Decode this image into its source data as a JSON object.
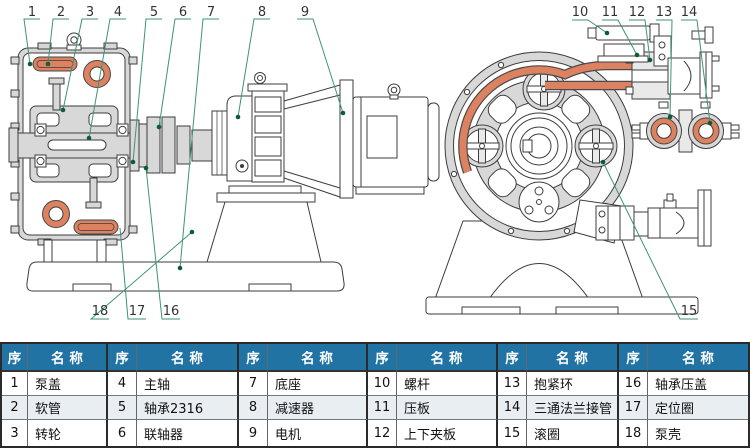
{
  "callouts": [
    "1",
    "2",
    "3",
    "4",
    "5",
    "6",
    "7",
    "8",
    "9",
    "10",
    "11",
    "12",
    "13",
    "14",
    "15",
    "16",
    "17",
    "18"
  ],
  "table": {
    "header": {
      "no": "序",
      "name": "名 称"
    },
    "groups": [
      {
        "rows": [
          {
            "no": "1",
            "name": "泵盖"
          },
          {
            "no": "2",
            "name": "软管"
          },
          {
            "no": "3",
            "name": "转轮"
          }
        ]
      },
      {
        "rows": [
          {
            "no": "4",
            "name": "主轴"
          },
          {
            "no": "5",
            "name": "轴承2316"
          },
          {
            "no": "6",
            "name": "联轴器"
          }
        ]
      },
      {
        "rows": [
          {
            "no": "7",
            "name": "底座"
          },
          {
            "no": "8",
            "name": "减速器"
          },
          {
            "no": "9",
            "name": "电机"
          }
        ]
      },
      {
        "rows": [
          {
            "no": "10",
            "name": "螺杆"
          },
          {
            "no": "11",
            "name": "压板"
          },
          {
            "no": "12",
            "name": "上下夹板"
          }
        ]
      },
      {
        "rows": [
          {
            "no": "13",
            "name": "抱紧环"
          },
          {
            "no": "14",
            "name": "三通法兰接管"
          },
          {
            "no": "15",
            "name": "滚圈"
          }
        ]
      },
      {
        "rows": [
          {
            "no": "16",
            "name": "轴承压盖"
          },
          {
            "no": "17",
            "name": "定位圈"
          },
          {
            "no": "18",
            "name": "泵壳"
          }
        ]
      }
    ]
  },
  "colors": {
    "hose_orange": "#dc8260",
    "leader_green": "#3e9377",
    "dot_green": "#0d5c38",
    "header_blue": "#2173a4",
    "alt_row": "#e9eef3"
  }
}
